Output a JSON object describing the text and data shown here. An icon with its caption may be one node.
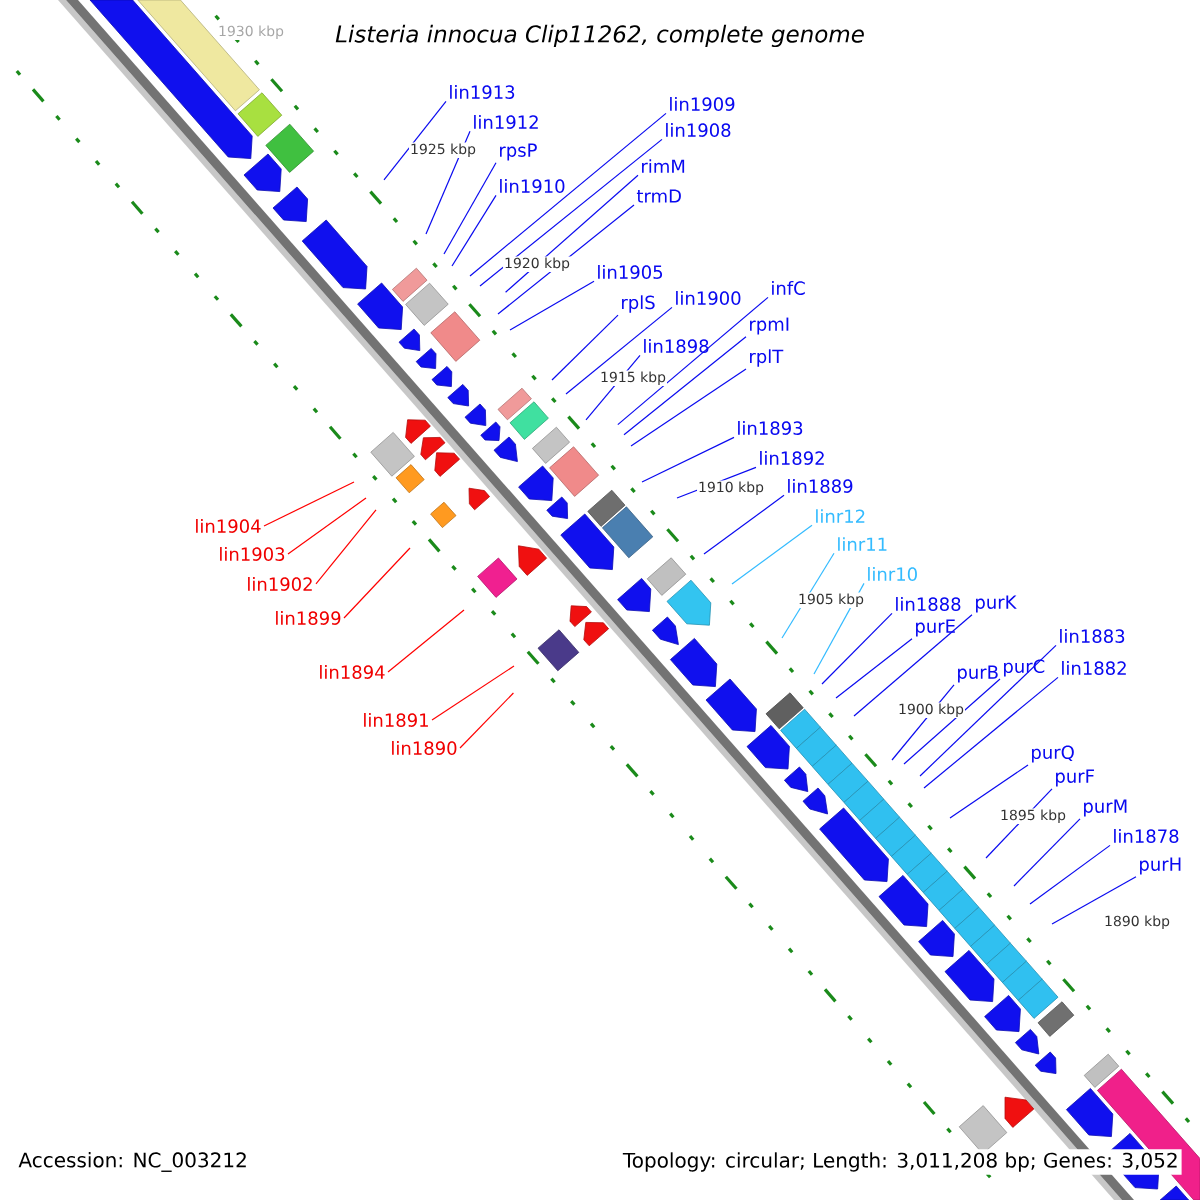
{
  "diagram": {
    "title": "Listeria innocua Clip11262, complete genome",
    "nodes": [
      {
        "text": [
          "lin1913"
        ]
      },
      {
        "text": [
          "lin1909"
        ]
      },
      {
        "text": [
          "lin1912"
        ]
      },
      {
        "text": [
          "lin1908"
        ]
      },
      {
        "text": [
          "rpsP"
        ]
      },
      {
        "text": [
          "rimM"
        ]
      },
      {
        "text": [
          "lin1910"
        ]
      },
      {
        "text": [
          "trmD"
        ]
      },
      {
        "text": [
          "lin1905"
        ]
      },
      {
        "text": [
          "infC"
        ]
      },
      {
        "text": [
          "lin1900"
        ]
      },
      {
        "text": [
          "rplS"
        ]
      },
      {
        "text": [
          "rpmI"
        ]
      },
      {
        "text": [
          "lin1898"
        ]
      },
      {
        "text": [
          "rplT"
        ]
      },
      {
        "text": [
          "lin1893"
        ]
      },
      {
        "text": [
          "lin1892"
        ]
      },
      {
        "text": [
          "lin1889"
        ]
      },
      {
        "text": [
          "linr12"
        ]
      },
      {
        "text": [
          "lin1904"
        ]
      },
      {
        "text": [
          "linr11"
        ]
      },
      {
        "text": [
          "lin1903"
        ]
      },
      {
        "text": [
          "linr10"
        ]
      },
      {
        "text": [
          "lin1902"
        ]
      },
      {
        "text": [
          "lin1888"
        ]
      },
      {
        "text": [
          "purK"
        ]
      },
      {
        "text": [
          "lin1899"
        ]
      },
      {
        "text": [
          "purE"
        ]
      },
      {
        "text": [
          "lin1883"
        ]
      },
      {
        "text": [
          "purC"
        ]
      },
      {
        "text": [
          "lin1882"
        ]
      },
      {
        "text": [
          "lin1894"
        ]
      },
      {
        "text": [
          "purB"
        ]
      },
      {
        "text": [
          "lin1891"
        ]
      },
      {
        "text": [
          "lin1890"
        ]
      },
      {
        "text": [
          "purQ"
        ]
      },
      {
        "text": [
          "purF"
        ]
      },
      {
        "text": [
          "purM"
        ]
      },
      {
        "text": [
          "lin1878"
        ]
      },
      {
        "text": [
          "purH"
        ]
      }
    ],
    "edges": [
      {
        "from": 0,
        "to": null,
        "arrow": "none"
      },
      {
        "from": 1,
        "to": null,
        "arrow": "none"
      },
      {
        "from": 2,
        "to": null,
        "arrow": "none"
      },
      {
        "from": 3,
        "to": null,
        "arrow": "none"
      },
      {
        "from": 4,
        "to": null,
        "arrow": "none"
      },
      {
        "from": 5,
        "to": null,
        "arrow": "none"
      },
      {
        "from": 6,
        "to": null,
        "arrow": "none"
      },
      {
        "from": 7,
        "to": null,
        "arrow": "none"
      },
      {
        "from": 8,
        "to": null,
        "arrow": "none"
      },
      {
        "from": 9,
        "to": null,
        "arrow": "none"
      },
      {
        "from": 10,
        "to": null,
        "arrow": "none"
      },
      {
        "from": 11,
        "to": null,
        "arrow": "none"
      },
      {
        "from": 12,
        "to": null,
        "arrow": "none"
      },
      {
        "from": 13,
        "to": null,
        "arrow": "none"
      },
      {
        "from": 14,
        "to": null,
        "arrow": "none"
      },
      {
        "from": 15,
        "to": null,
        "arrow": "none"
      },
      {
        "from": 16,
        "to": null,
        "arrow": "none"
      },
      {
        "from": 17,
        "to": null,
        "arrow": "none"
      },
      {
        "from": 18,
        "to": null,
        "arrow": "none",
        "color": "#33bbff"
      },
      {
        "from": 19,
        "to": null,
        "arrow": "none",
        "color": "#ff0000"
      },
      {
        "from": 20,
        "to": null,
        "arrow": "none",
        "color": "#33bbff"
      },
      {
        "from": 21,
        "to": null,
        "arrow": "none",
        "color": "#ff0000"
      },
      {
        "from": 22,
        "to": null,
        "arrow": "none",
        "color": "#33bbff"
      },
      {
        "from": 23,
        "to": null,
        "arrow": "none",
        "color": "#ff0000"
      },
      {
        "from": 24,
        "to": null,
        "arrow": "none"
      },
      {
        "from": 25,
        "to": null,
        "arrow": "none"
      },
      {
        "from": 26,
        "to": null,
        "arrow": "none",
        "color": "#ff0000"
      },
      {
        "from": 27,
        "to": null,
        "arrow": "none"
      },
      {
        "from": 28,
        "to": null,
        "arrow": "none"
      },
      {
        "from": 29,
        "to": null,
        "arrow": "none"
      },
      {
        "from": 30,
        "to": null,
        "arrow": "none"
      },
      {
        "from": 31,
        "to": null,
        "arrow": "none",
        "color": "#ff0000"
      },
      {
        "from": 32,
        "to": null,
        "arrow": "none"
      },
      {
        "from": 33,
        "to": null,
        "arrow": "none",
        "color": "#ff0000"
      },
      {
        "from": 34,
        "to": null,
        "arrow": "none",
        "color": "#ff0000"
      },
      {
        "from": 35,
        "to": null,
        "arrow": "none"
      },
      {
        "from": 36,
        "to": null,
        "arrow": "none"
      },
      {
        "from": 37,
        "to": null,
        "arrow": "none"
      },
      {
        "from": 38,
        "to": null,
        "arrow": "none"
      },
      {
        "from": 39,
        "to": null,
        "arrow": "none"
      }
    ],
    "labels": [
      "1930 kbp",
      "1925 kbp",
      "1920 kbp",
      "1915 kbp",
      "1910 kbp",
      "1905 kbp",
      "1900 kbp",
      "1895 kbp",
      "1890 kbp",
      "Accession: NC_003212",
      "Topology: circular; Length: 3,011,208 bp; Genes: 3,052"
    ]
  }
}
